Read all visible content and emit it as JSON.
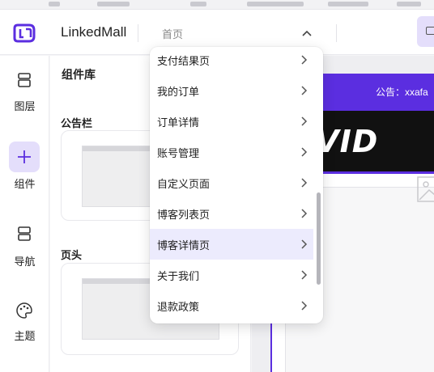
{
  "header": {
    "brand": "LinkedMall",
    "page_select_value": "首页",
    "brand_color": "#5b2ee0"
  },
  "rail": {
    "items": [
      {
        "label": "图层",
        "icon": "layers-icon"
      },
      {
        "label": "组件",
        "icon": "plus-icon",
        "active": true
      },
      {
        "label": "导航",
        "icon": "navigation-icon"
      },
      {
        "label": "主题",
        "icon": "palette-icon"
      }
    ]
  },
  "library": {
    "title": "组件库",
    "sections": [
      {
        "label": "公告栏"
      },
      {
        "label": "页头"
      }
    ]
  },
  "dropdown": {
    "items": [
      {
        "label": "支付结果页"
      },
      {
        "label": "我的订单"
      },
      {
        "label": "订单详情"
      },
      {
        "label": "账号管理"
      },
      {
        "label": "自定义页面"
      },
      {
        "label": "博客列表页"
      },
      {
        "label": "博客详情页",
        "active": true
      },
      {
        "label": "关于我们"
      },
      {
        "label": "退款政策"
      }
    ]
  },
  "canvas": {
    "notice_text": "公告：xxafa",
    "banner_text": "ERVID",
    "accent_color": "#5b2ee0"
  }
}
